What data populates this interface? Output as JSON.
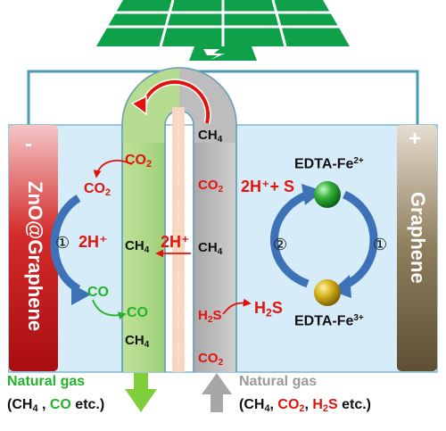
{
  "electrodes": {
    "anode_sign": "-",
    "anode_label": "ZnO@Graphene",
    "cathode_sign": "+",
    "cathode_label": "Graphene"
  },
  "membrane_label": "2H⁺",
  "left_chamber": {
    "co2_top": "CO",
    "co2_top_sub": "2",
    "co2_mid": "CO",
    "co2_mid_sub": "2",
    "step_number": "①",
    "protons": "2H⁺",
    "co_left": "CO",
    "co_green": "CO"
  },
  "green_channel": {
    "ch4_mid": "CH",
    "ch4_mid_sub": "4",
    "ch4_bottom": "CH",
    "ch4_bottom_sub": "4"
  },
  "grey_channel": {
    "ch4_top": "CH",
    "ch4_top_sub": "4",
    "co2": "CO",
    "co2_sub": "2",
    "ch4_mid": "CH",
    "ch4_mid_sub": "4",
    "h2s": "H",
    "h2s_sub": "2",
    "h2s_tail": "S",
    "co2_bottom": "CO",
    "co2_bottom_sub": "2"
  },
  "right_chamber": {
    "reaction": "2H⁺+ S",
    "h2s_out": "H",
    "h2s_out_sub": "2",
    "h2s_out_tail": "S",
    "fe2_base": "EDTA-Fe",
    "fe2_charge": "2+",
    "fe3_base": "EDTA-Fe",
    "fe3_charge": "3+",
    "step_left": "②",
    "step_right": "①"
  },
  "outputs": {
    "left_title": "Natural gas",
    "left_open": "(CH",
    "left_sub": "4",
    "left_sep": " , ",
    "left_co": "CO",
    "left_end": " etc.)",
    "right_title": "Natural gas",
    "right_open": "(CH",
    "right_sub": "4",
    "right_sep1": ", ",
    "right_co2": "CO",
    "right_co2_sub": "2",
    "right_sep2": ", ",
    "right_h2s": "H",
    "right_h2s_sub": "2",
    "right_h2s_tail": "S",
    "right_end": " etc.)"
  },
  "colors": {
    "red": "#e3120b",
    "green": "#22b32a",
    "solar_green": "#0fa04a",
    "electrolyte": "#d6ecf8",
    "wire": "#4a9ab0",
    "arrow_blue": "#3d72b8",
    "arrow_grey": "#a6a6a6"
  },
  "icons": [
    "solar-panel-icon",
    "lightning-icon",
    "green-sphere-icon",
    "gold-sphere-icon"
  ]
}
